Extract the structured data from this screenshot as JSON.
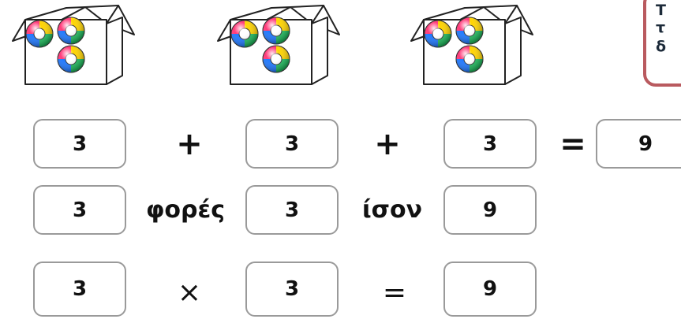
{
  "boxes": [
    {
      "balls": 3,
      "icon": "open-box-with-balls"
    },
    {
      "balls": 3,
      "icon": "open-box-with-balls"
    },
    {
      "balls": 3,
      "icon": "open-box-with-balls"
    }
  ],
  "note": {
    "lines": [
      "Τ",
      "τ",
      "δ"
    ],
    "border_color": "#b95a5f"
  },
  "row1": {
    "a": "3",
    "op1": "+",
    "b": "3",
    "op2": "+",
    "c": "3",
    "eq": "=",
    "result": "9"
  },
  "row2": {
    "a": "3",
    "word1": "φορές",
    "b": "3",
    "word2": "ίσον",
    "result": "9"
  },
  "row3": {
    "a": "3",
    "op": "×",
    "b": "3",
    "eq": "=",
    "result": "9"
  }
}
